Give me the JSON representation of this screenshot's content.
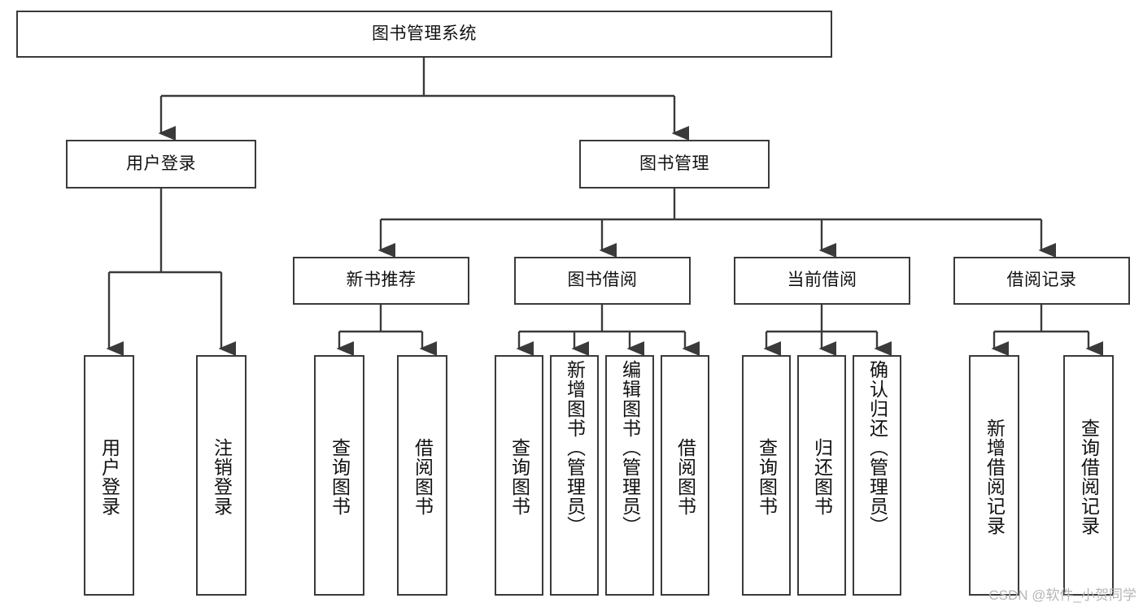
{
  "diagram": {
    "title": "图书管理系统",
    "type": "功能结构图",
    "root": {
      "label": "图书管理系统"
    },
    "level2": [
      {
        "label": "用户登录"
      },
      {
        "label": "图书管理"
      }
    ],
    "level3": [
      {
        "label": "新书推荐"
      },
      {
        "label": "图书借阅"
      },
      {
        "label": "当前借阅"
      },
      {
        "label": "借阅记录"
      }
    ],
    "leaves": {
      "user_login": [
        {
          "label": "用户登录"
        },
        {
          "label": "注销登录"
        }
      ],
      "new_book_recommend": [
        {
          "label": "查询图书"
        },
        {
          "label": "借阅图书"
        }
      ],
      "book_borrow": [
        {
          "label": "查询图书"
        },
        {
          "label": "新增图书（管理员）"
        },
        {
          "label": "编辑图书（管理员）"
        },
        {
          "label": "借阅图书"
        }
      ],
      "current_borrow": [
        {
          "label": "查询图书"
        },
        {
          "label": "归还图书"
        },
        {
          "label": "确认归还（管理员）"
        }
      ],
      "borrow_records": [
        {
          "label": "新增借阅记录"
        },
        {
          "label": "查询借阅记录"
        }
      ]
    }
  },
  "watermark": {
    "text": "CSDN @软件_小贺同学"
  },
  "colors": {
    "border": "#3a3a3a",
    "text": "#111111",
    "background": "#ffffff",
    "watermark": "#b6b6b6"
  }
}
